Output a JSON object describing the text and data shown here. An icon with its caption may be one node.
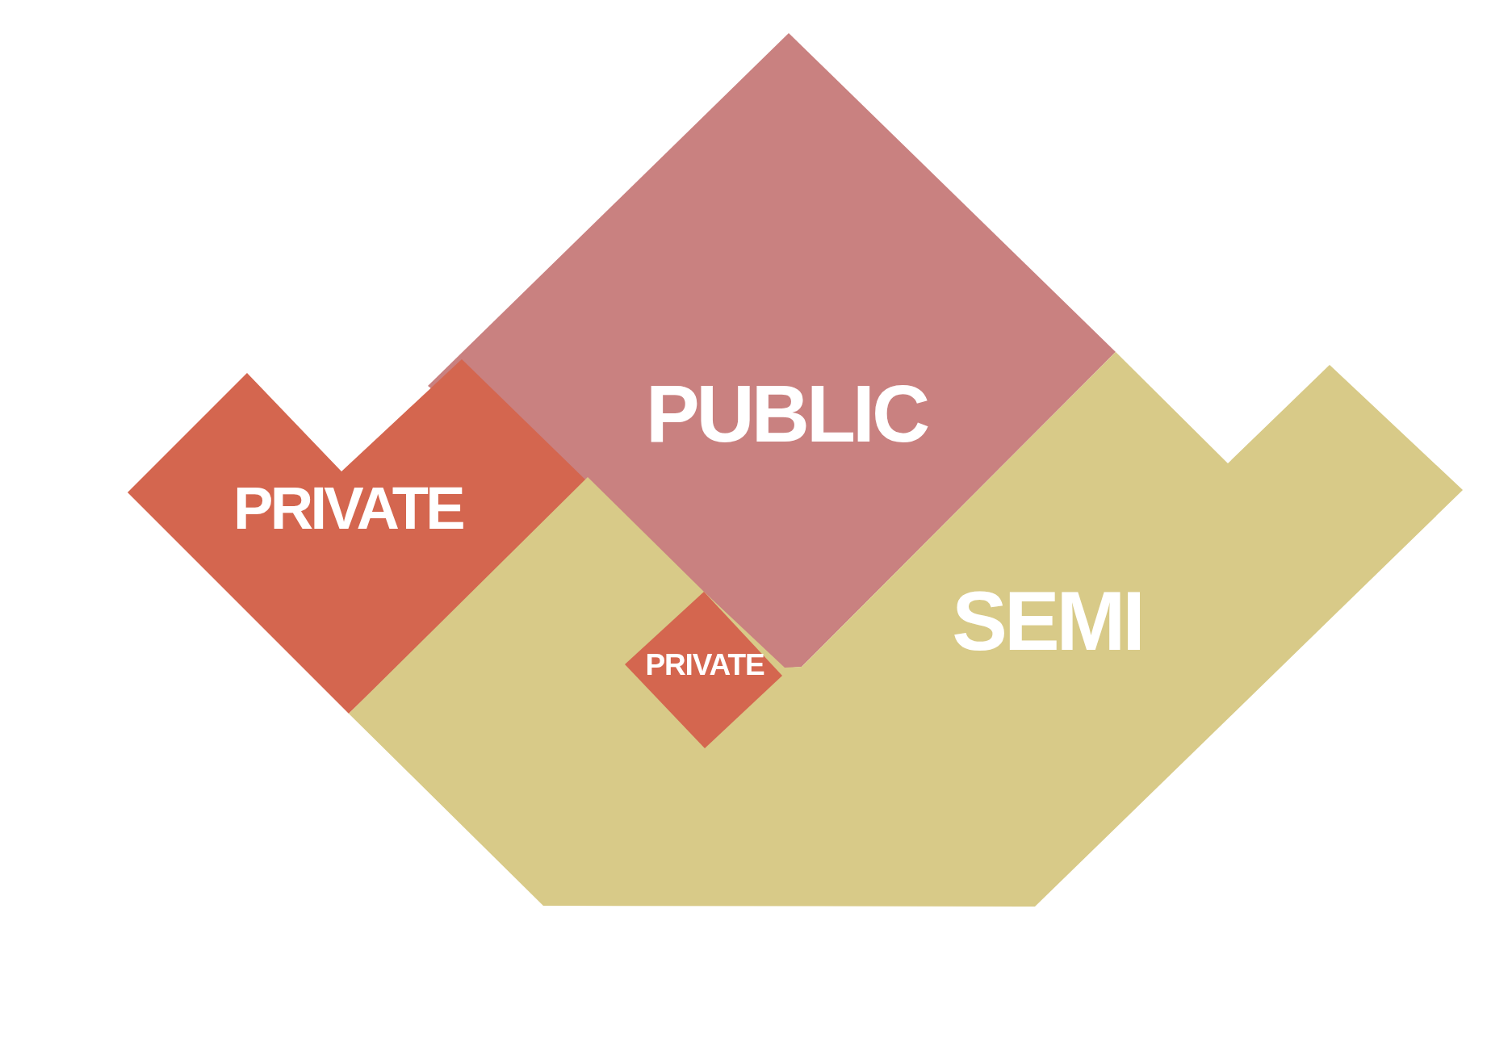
{
  "diagram": {
    "nodes": [
      {
        "text": [
          "PUBLIC"
        ]
      },
      {
        "text": [
          "PRIVATE"
        ]
      },
      {
        "text": [
          "SEMI"
        ]
      },
      {
        "text": [
          "PRIVATE"
        ],
        "in": 2
      }
    ]
  }
}
